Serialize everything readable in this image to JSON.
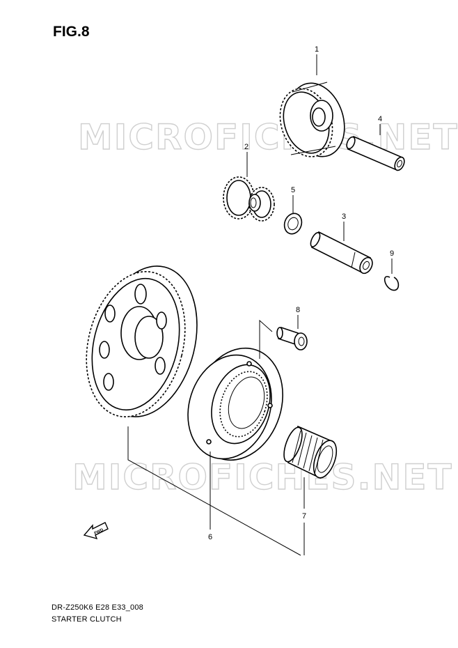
{
  "figure": {
    "title": "FIG.8",
    "model_code": "DR-Z250K6 E28 E33_008",
    "section_name": "STARTER CLUTCH"
  },
  "watermark": {
    "text": "MICROFICHES.NET"
  },
  "direction_arrow": {
    "label": "FWD"
  },
  "callouts": [
    {
      "id": "1",
      "label": "1"
    },
    {
      "id": "2",
      "label": "2"
    },
    {
      "id": "3",
      "label": "3"
    },
    {
      "id": "4",
      "label": "4"
    },
    {
      "id": "5",
      "label": "5"
    },
    {
      "id": "6",
      "label": "6"
    },
    {
      "id": "7",
      "label": "7"
    },
    {
      "id": "8",
      "label": "8"
    },
    {
      "id": "9",
      "label": "9"
    }
  ]
}
